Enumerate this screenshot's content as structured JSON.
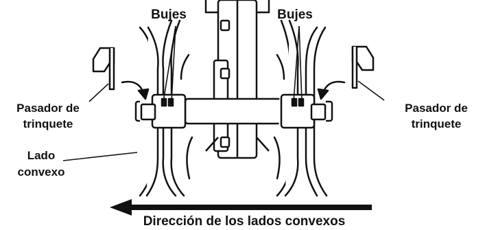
{
  "labels": {
    "bushings_left": "Bujes",
    "bushings_right": "Bujes",
    "ratchet_pin_left_line1": "Pasador de",
    "ratchet_pin_left_line2": "trinquete",
    "ratchet_pin_right_line1": "Pasador de",
    "ratchet_pin_right_line2": "trinquete",
    "convex_side_line1": "Lado",
    "convex_side_line2": "convexo",
    "direction_caption": "Dirección de los lados convexos"
  },
  "colors": {
    "line": "#111111",
    "background": "#ffffff"
  }
}
